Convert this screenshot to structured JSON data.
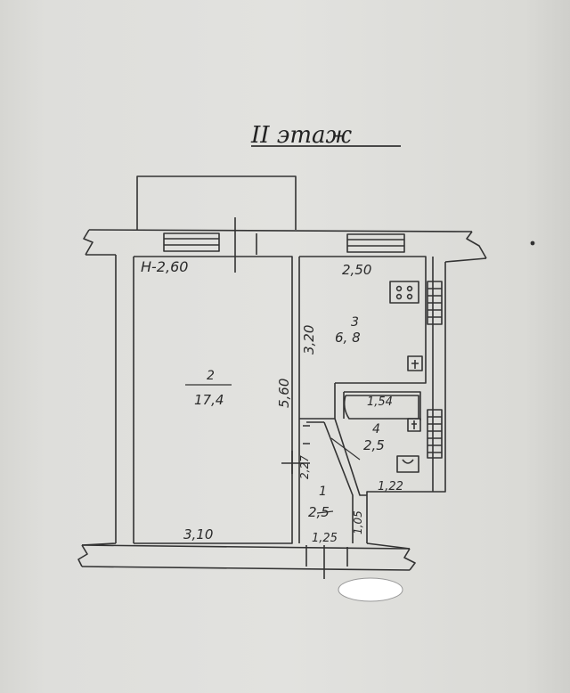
{
  "floor_title": "II этаж",
  "ceiling_height": "Н-2,60",
  "rooms": [
    {
      "number": "1",
      "area": "2,5"
    },
    {
      "number": "2",
      "area": "17,4"
    },
    {
      "number": "3",
      "area": "6, 8"
    },
    {
      "number": "4",
      "area": "2,5"
    }
  ],
  "dimensions": {
    "room3_width_top": "2,50",
    "room3_height": "3,20",
    "room2_height": "5,60",
    "room2_width_bottom": "3,10",
    "bath_width_top": "1,54",
    "bath_width_bottom": "1,22",
    "hall_height": "2,27",
    "hall_width": "1,25",
    "hall_side": "1,05"
  },
  "colors": {
    "paper": "#e2e2df",
    "ink": "#2a2a2a"
  }
}
